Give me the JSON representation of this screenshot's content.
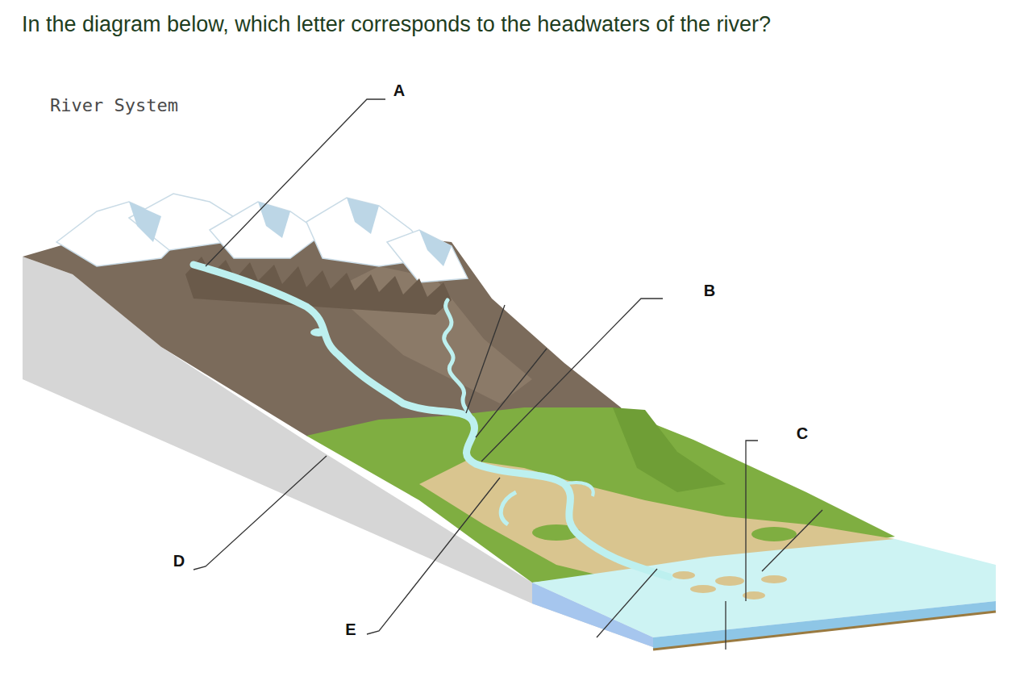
{
  "diagram": {
    "title": "In the diagram below, which letter corresponds to the headwaters of the river?",
    "labels": [
      "River System",
      "A",
      "B",
      "C",
      "D",
      "E"
    ]
  }
}
